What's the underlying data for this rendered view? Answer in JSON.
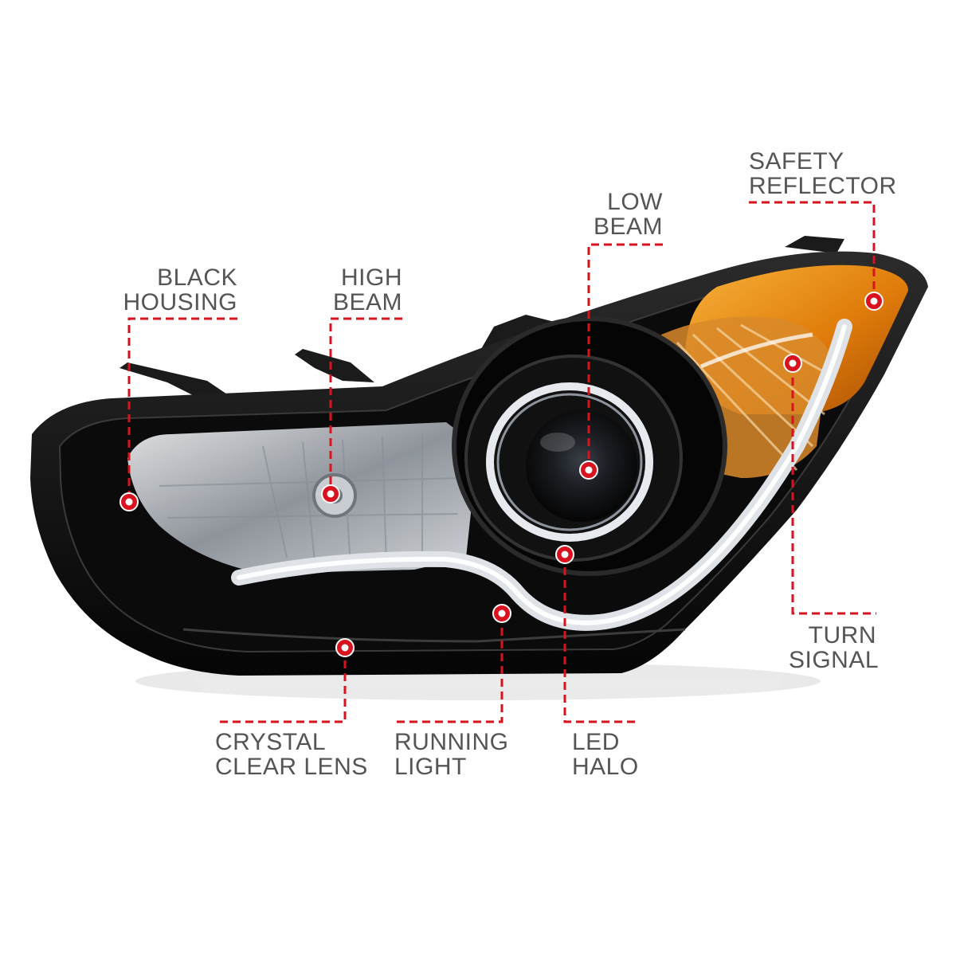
{
  "colors": {
    "callout": "#d9121f",
    "label_text": "#555555",
    "housing": "#121212",
    "amber": "#e8890c",
    "chrome": "#cfd3d8",
    "background": "#ffffff"
  },
  "callouts": {
    "black_housing": {
      "line1": "BLACK",
      "line2": "HOUSING"
    },
    "high_beam": {
      "line1": "HIGH",
      "line2": "BEAM"
    },
    "low_beam": {
      "line1": "LOW",
      "line2": "BEAM"
    },
    "safety_reflector": {
      "line1": "SAFETY",
      "line2": "REFLECTOR"
    },
    "turn_signal": {
      "line1": "TURN",
      "line2": "SIGNAL"
    },
    "led_halo": {
      "line1": "LED",
      "line2": "HALO"
    },
    "running_light": {
      "line1": "RUNNING",
      "line2": "LIGHT"
    },
    "crystal_clear_lens": {
      "line1": "CRYSTAL",
      "line2": "CLEAR LENS"
    }
  },
  "icons": [
    "headlight-image",
    "callout-dot-icon"
  ]
}
